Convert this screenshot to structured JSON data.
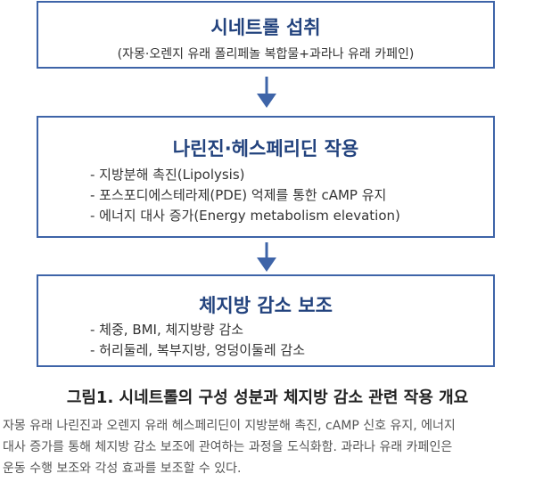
{
  "diagram": {
    "boxes": [
      {
        "title": "시네트롤 섭취",
        "subtitle": "(자몽·오렌지 유래 폴리페놀 복합물+과라나 유래 카페인)",
        "bullets": []
      },
      {
        "title": "나린진·헤스페리딘 작용",
        "subtitle": "",
        "bullets": [
          "- 지방분해 촉진(Lipolysis)",
          "- 포스포디에스테라제(PDE) 억제를 통한 cAMP 유지",
          "- 에너지 대사 증가(Energy metabolism elevation)"
        ]
      },
      {
        "title": "체지방 감소 보조",
        "subtitle": "",
        "bullets": [
          "- 체중, BMI, 체지방량 감소",
          "- 허리둘레, 복부지방, 엉덩이둘레 감소"
        ]
      }
    ],
    "colors": {
      "border": "#3e64a8",
      "title": "#23437e",
      "arrow": "#3e64a8",
      "text": "#333333"
    }
  },
  "caption": {
    "title": "그림1. 시네트롤의 구성 성분과 체지방 감소 관련 작용 개요",
    "lines": [
      "자몽 유래 나린진과 오렌지 유래 헤스페리딘이 지방분해 촉진, cAMP 신호 유지, 에너지",
      "대사 증가를 통해 체지방 감소 보조에 관여하는 과정을 도식화함. 과라나 유래 카페인은",
      "운동 수행 보조와 각성 효과를 보조할 수 있다."
    ]
  }
}
